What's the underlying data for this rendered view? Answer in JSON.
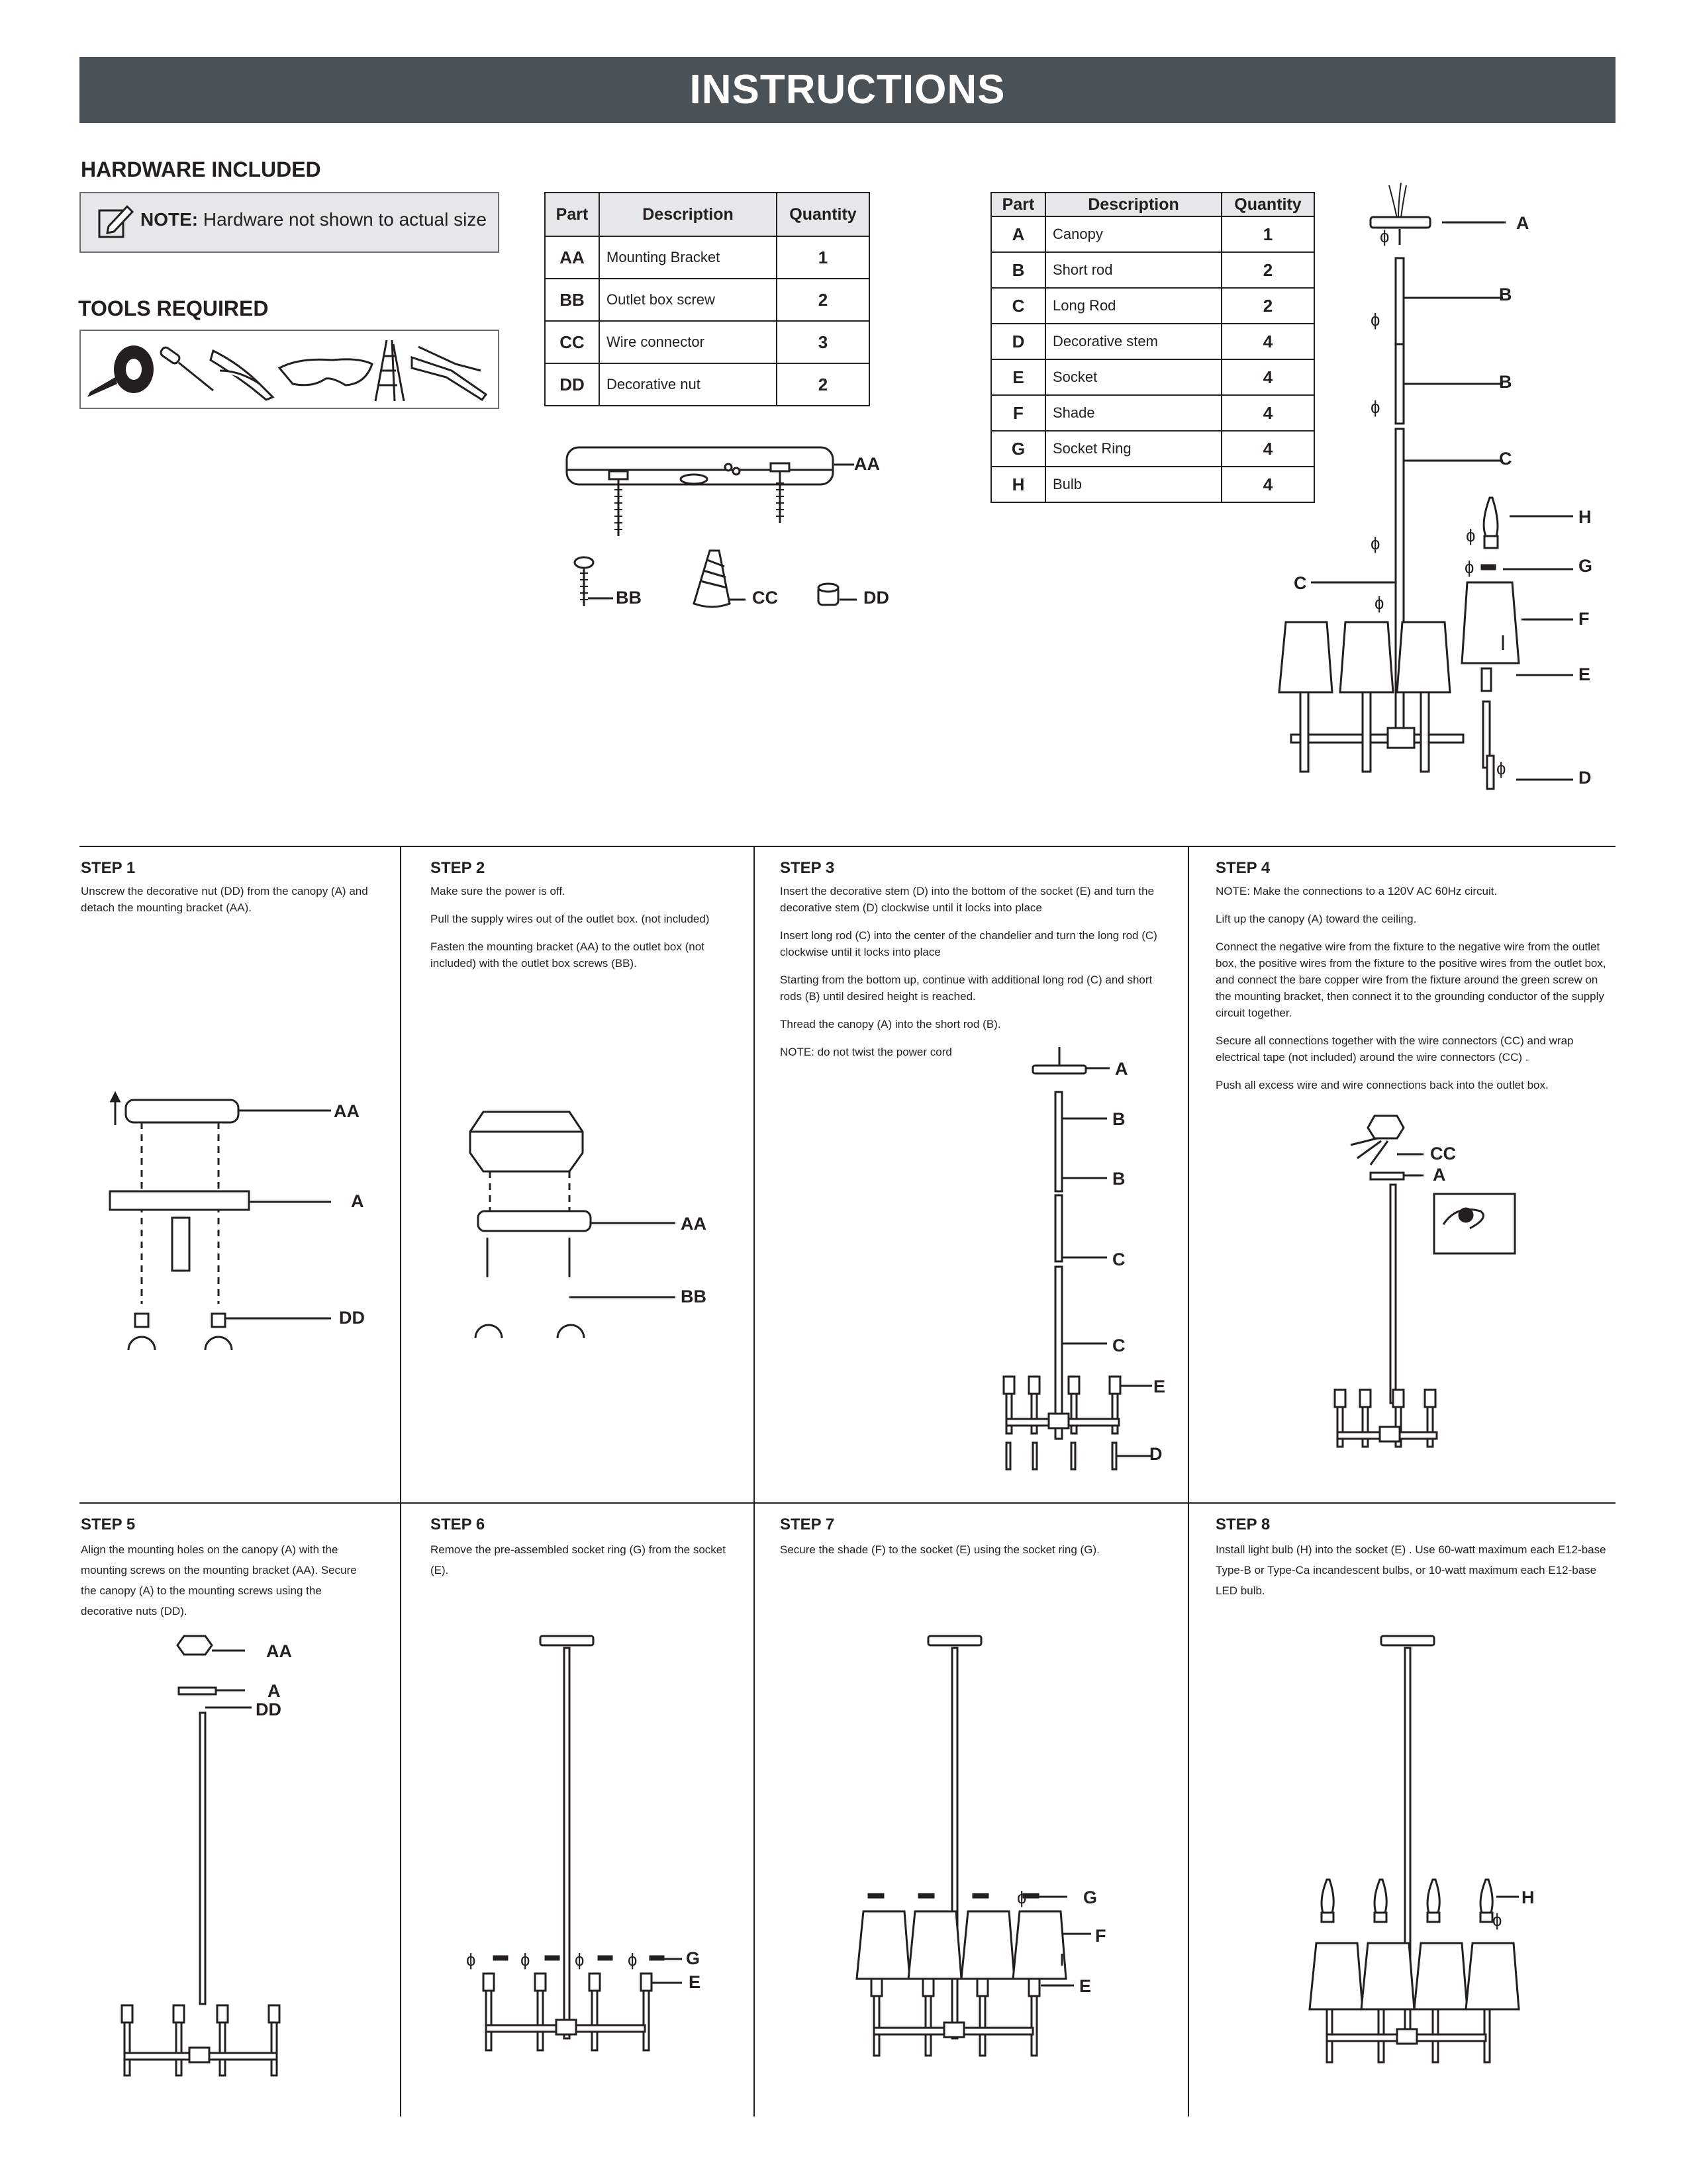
{
  "banner": {
    "title": "INSTRUCTIONS"
  },
  "hardware": {
    "heading": "HARDWARE INCLUDED",
    "note_label": "NOTE:",
    "note_text": "Hardware not shown to actual size",
    "tools_heading": "TOOLS REQUIRED",
    "tools": [
      "electrical-tape-icon",
      "screwdriver-icon",
      "pliers-icon",
      "safety-glasses-icon",
      "ladder-icon",
      "wire-stripper-icon"
    ],
    "table_headers": [
      "Part",
      "Description",
      "Quantity"
    ],
    "rows": [
      {
        "part": "AA",
        "description": "Mounting Bracket",
        "qty": "1"
      },
      {
        "part": "BB",
        "description": "Outlet box screw",
        "qty": "2"
      },
      {
        "part": "CC",
        "description": "Wire connector",
        "qty": "3"
      },
      {
        "part": "DD",
        "description": "Decorative nut",
        "qty": "2"
      }
    ],
    "labels": {
      "aa": "AA",
      "bb": "BB",
      "cc": "CC",
      "dd": "DD"
    }
  },
  "parts": {
    "table_headers": [
      "Part",
      "Description",
      "Quantity"
    ],
    "rows": [
      {
        "part": "A",
        "description": "Canopy",
        "qty": "1"
      },
      {
        "part": "B",
        "description": "Short rod",
        "qty": "2"
      },
      {
        "part": "C",
        "description": "Long Rod",
        "qty": "2"
      },
      {
        "part": "D",
        "description": "Decorative stem",
        "qty": "4"
      },
      {
        "part": "E",
        "description": "Socket",
        "qty": "4"
      },
      {
        "part": "F",
        "description": "Shade",
        "qty": "4"
      },
      {
        "part": "G",
        "description": "Socket Ring",
        "qty": "4"
      },
      {
        "part": "H",
        "description": "Bulb",
        "qty": "4"
      }
    ],
    "diagram_labels": {
      "a": "A",
      "b1": "B",
      "b2": "B",
      "c1": "C",
      "c2": "C",
      "h": "H",
      "g": "G",
      "f": "F",
      "e": "E",
      "d": "D"
    }
  },
  "steps": [
    {
      "title": "STEP 1",
      "paragraphs": [
        "Unscrew the decorative nut (DD) from the canopy (A) and detach the mounting bracket (AA)."
      ],
      "labels": [
        "AA",
        "A",
        "DD"
      ]
    },
    {
      "title": "STEP 2",
      "paragraphs": [
        "Make sure the power is off.",
        "Pull the supply wires out of the outlet box. (not included)",
        "Fasten the mounting bracket (AA) to the outlet box (not included) with the outlet box screws (BB)."
      ],
      "labels": [
        "AA",
        "BB"
      ]
    },
    {
      "title": "STEP 3",
      "paragraphs": [
        "Insert the decorative stem (D) into the bottom of the socket (E) and turn the decorative stem (D) clockwise until it locks into place",
        "Insert long rod (C) into the center of the chandelier and turn the long rod (C) clockwise until it locks into place",
        "Starting from the bottom up, continue with additional long rod (C) and short rods (B) until desired height is reached.",
        "Thread the canopy (A) into the short rod (B).",
        "NOTE: do not twist the power cord"
      ],
      "labels": [
        "A",
        "B",
        "B",
        "C",
        "C",
        "E",
        "D"
      ]
    },
    {
      "title": "STEP 4",
      "paragraphs": [
        "NOTE: Make the connections to a 120V AC 60Hz circuit.",
        "Lift up the canopy (A) toward the ceiling.",
        "Connect the negative wire from the fixture to the negative wire from the outlet box, the positive wires  from the fixture to the positive wires from the outlet box, and connect the bare copper wire from the fixture around the green screw on the mounting bracket, then connect it to the grounding conductor of the supply circuit together.",
        "Secure all connections together with the wire connectors (CC) and wrap electrical tape (not included) around the wire connectors (CC) .",
        "Push all excess wire and wire connections back into the outlet box."
      ],
      "labels": [
        "CC",
        "A"
      ]
    },
    {
      "title": "STEP 5",
      "paragraphs": [
        "Align the mounting holes on the canopy (A) with the mounting screws on the mounting bracket (AA). Secure the canopy (A) to the mounting screws using the decorative nuts (DD)."
      ],
      "labels": [
        "AA",
        "A",
        "DD"
      ]
    },
    {
      "title": "STEP 6",
      "paragraphs": [
        "Remove the pre-assembled socket ring (G) from the socket (E)."
      ],
      "labels": [
        "G",
        "E"
      ]
    },
    {
      "title": "STEP 7",
      "paragraphs": [
        "Secure the shade (F) to the socket (E) using the socket ring (G)."
      ],
      "labels": [
        "G",
        "F",
        "E"
      ]
    },
    {
      "title": "STEP 8",
      "paragraphs": [
        "Install light bulb (H) into the socket (E) . Use 60-watt maximum each E12-base Type-B or Type-Ca incandescent bulbs, or 10-watt maximum each E12-base LED bulb."
      ],
      "labels": [
        "H"
      ]
    }
  ]
}
